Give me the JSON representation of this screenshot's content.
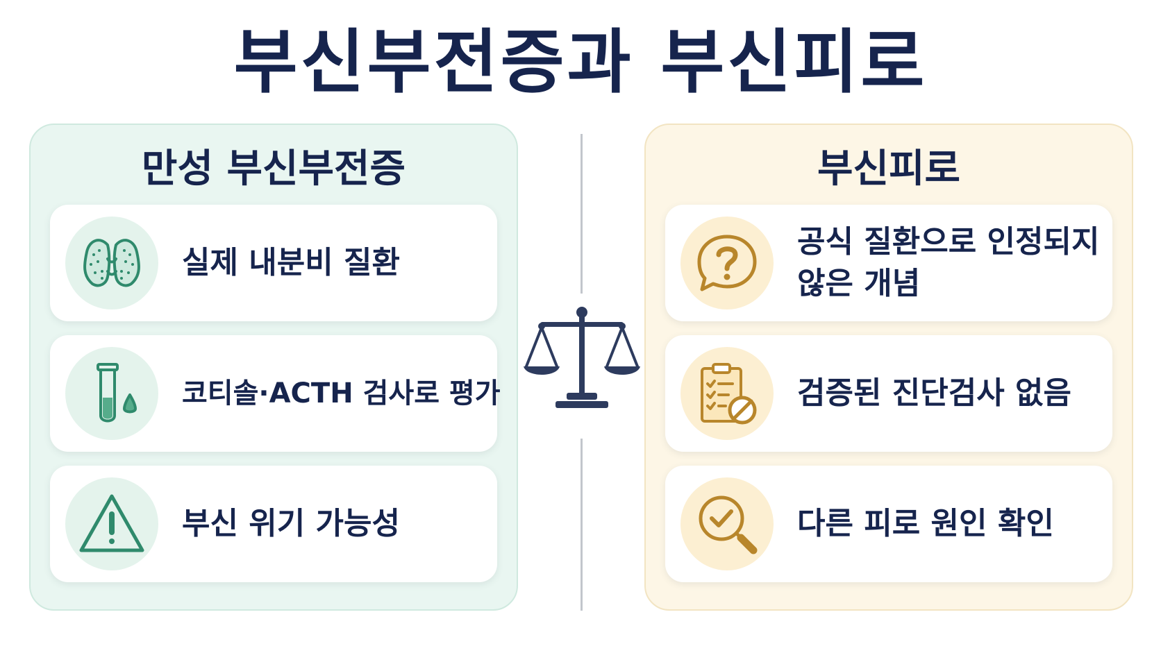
{
  "title": "부신부전증과 부신피로",
  "left_panel": {
    "title": "만성 부신부전증",
    "items": [
      {
        "icon": "adrenal-gland-icon",
        "text": "실제 내분비 질환"
      },
      {
        "icon": "test-tube-icon",
        "text": "코티솔·ACTH 검사로 평가"
      },
      {
        "icon": "warning-icon",
        "text": "부신 위기 가능성"
      }
    ]
  },
  "right_panel": {
    "title": "부신피로",
    "items": [
      {
        "icon": "question-bubble-icon",
        "text": "공식 질환으로 인정되지 않은 개념"
      },
      {
        "icon": "clipboard-prohibited-icon",
        "text": "검증된 진단검사 없음"
      },
      {
        "icon": "magnifier-check-icon",
        "text": "다른 피로 원인 확인"
      }
    ]
  },
  "center_icon": "balance-scale-icon",
  "colors": {
    "title": "#16244d",
    "left_panel_bg": "#e9f6f1",
    "left_accent": "#2f8a6c",
    "right_panel_bg": "#fdf6e6",
    "right_accent": "#b8862b"
  }
}
